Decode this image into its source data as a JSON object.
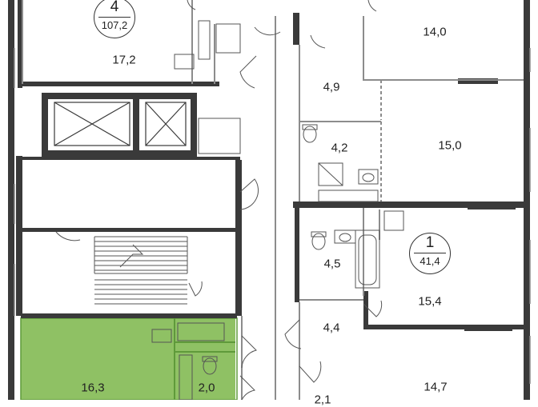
{
  "colors": {
    "wall": "#3a3a3a",
    "thin_wall": "#8c8c8c",
    "highlight_fill": "#8fc164",
    "highlight_stroke": "#5f9a3a",
    "window": "#8c8c8c"
  },
  "units": [
    {
      "number": "4",
      "total_area": "107,2"
    },
    {
      "number": "1",
      "total_area": "41,4"
    }
  ],
  "rooms": [
    {
      "area": "14,0"
    },
    {
      "area": "17,2"
    },
    {
      "area": "4,9"
    },
    {
      "area": "4,2"
    },
    {
      "area": "15,0"
    },
    {
      "area": "4,5"
    },
    {
      "area": "15,4"
    },
    {
      "area": "4,4"
    },
    {
      "area": "16,3"
    },
    {
      "area": "2,0"
    },
    {
      "area": "14,7"
    },
    {
      "area": "2,1"
    }
  ],
  "icons": [
    "elevator-icon",
    "stair-icon",
    "toilet-icon",
    "sink-icon",
    "bathtub-icon",
    "shower-icon",
    "door-icon",
    "window-icon"
  ]
}
